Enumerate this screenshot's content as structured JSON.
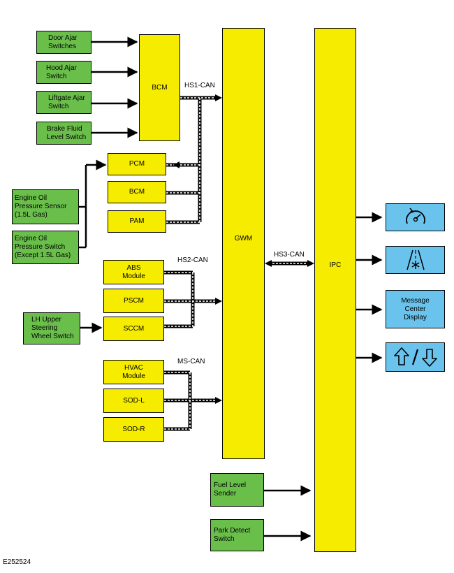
{
  "boxes": {
    "door_ajar": "Door Ajar\nSwitches",
    "hood_ajar": "Hood Ajar\nSwitch",
    "liftgate_ajar": "Liftgate Ajar\nSwitch",
    "brake_fluid": "Brake Fluid\nLevel Switch",
    "bcm_main": "BCM",
    "pcm": "PCM",
    "bcm_small": "BCM",
    "pam": "PAM",
    "oil_sensor": "Engine Oil\nPressure Sensor\n(1.5L Gas)",
    "oil_switch": "Engine Oil\nPressure Switch\n(Except 1.5L Gas)",
    "abs": "ABS\nModule",
    "pscm": "PSCM",
    "sccm": "SCCM",
    "lh_switch": "LH Upper\nSteering\nWheel Switch",
    "hvac": "HVAC\nModule",
    "sod_l": "SOD-L",
    "sod_r": "SOD-R",
    "gwm": "GWM",
    "ipc": "IPC",
    "fuel_sender": "Fuel Level\nSender",
    "park_switch": "Park Detect\nSwitch",
    "message_center": "Message\nCenter\nDisplay"
  },
  "bus_labels": {
    "hs1": "HS1-CAN",
    "hs2": "HS2-CAN",
    "ms": "MS-CAN",
    "hs3": "HS3-CAN"
  },
  "icons": [
    "speedometer-icon",
    "road-ice-icon",
    "shift-up-down-icon"
  ],
  "figure_id": "E252524",
  "colors": {
    "input_green": "#6abf4b",
    "module_yellow": "#f5ec00",
    "display_blue": "#69c3ec"
  }
}
